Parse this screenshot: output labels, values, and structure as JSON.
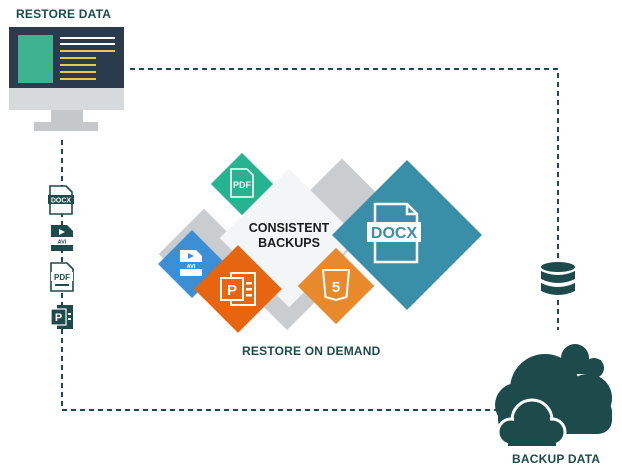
{
  "labels": {
    "restore_data": "RESTORE DATA",
    "backup_data": "BACKUP DATA",
    "restore_on_demand": "RESTORE ON DEMAND",
    "consistent_line1": "CONSISTENT",
    "consistent_line2": "BACKUPS"
  },
  "file_labels": {
    "pdf": "PDF",
    "docx": "DOCX",
    "avi": "AVI"
  },
  "colors": {
    "dark_teal": "#1d4a4a",
    "teal_blue": "#3a8fa8",
    "green": "#26b38f",
    "orange_ppt": "#e8650f",
    "orange_html": "#e88a2c",
    "blue": "#3d8fd4",
    "grey": "#c9cdd0",
    "monitor_blue": "#2c3a4d",
    "screen_green": "#3fb38f"
  },
  "icons": [
    "monitor-icon",
    "docx-file-icon",
    "avi-file-icon",
    "pdf-file-icon",
    "powerpoint-icon",
    "database-icon",
    "cloud-icon",
    "html5-icon"
  ]
}
